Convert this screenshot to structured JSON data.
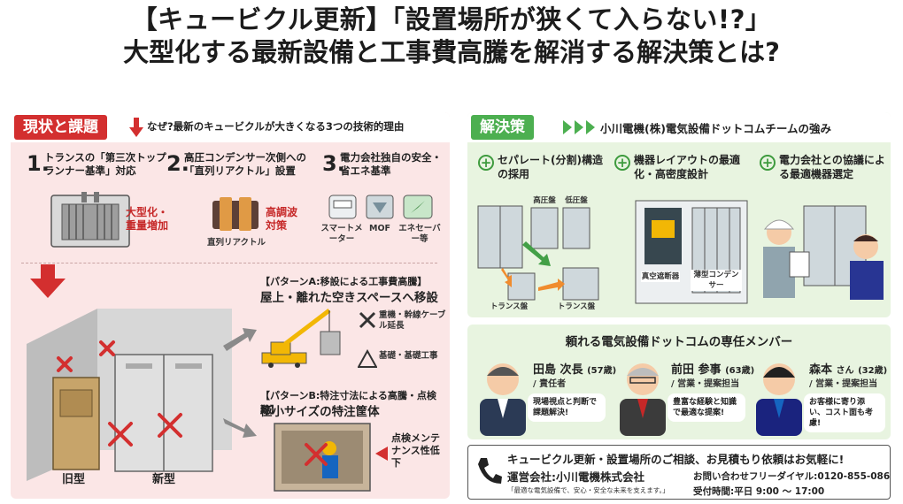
{
  "header": {
    "line1": "【キュービクル更新】「設置場所が狭くて入らない!?」",
    "line2": "大型化する最新設備と工事費高騰を解消する解決策とは?"
  },
  "left": {
    "tag": "現状と課題",
    "subtitle": "なぜ?最新のキュービクルが大きくなる3つの技術的理由",
    "reasons": [
      {
        "num": "1.",
        "text": "トランスの「第三次トップランナー基準」対応"
      },
      {
        "num": "2.",
        "text": "高圧コンデンサー次側への「直列リアクトル」設置"
      },
      {
        "num": "3.",
        "text": "電力会社独自の安全・省エネ基準"
      }
    ],
    "effect1": "大型化・重量増加",
    "effect2": "高調波対策",
    "reactor_label": "直列リアクトル",
    "devices": [
      "スマートメーター",
      "MOF",
      "エネセーバー等"
    ],
    "old_label": "旧型",
    "new_label": "新型",
    "patternA": {
      "label": "【パターンA:移設による工事費高騰】",
      "title": "屋上・離れた空きスペースへ移設",
      "costs": [
        "重機・幹線ケーブル延長",
        "基礎・基礎工事"
      ]
    },
    "patternB": {
      "label": "【パターンB:特注寸法による高騰・点検難】",
      "title": "極小サイズの特注筐体",
      "issue": "点検メンテナンス性低下"
    }
  },
  "right": {
    "tag": "解決策",
    "subtitle": "小川電機(株)電気設備ドットコムチームの強み",
    "solutions": [
      "セパレート(分割)構造の採用",
      "機器レイアウトの最適化・高密度設計",
      "電力会社との協議による最適機器選定"
    ],
    "diagram_labels": [
      "高圧盤",
      "低圧盤",
      "トランス盤",
      "トランス盤",
      "真空遮断器",
      "薄型コンデンサー"
    ]
  },
  "members": {
    "title": "頼れる電気設備ドットコムの専任メンバー",
    "list": [
      {
        "name": "田島",
        "title": "次長",
        "age": "(57歳)",
        "role": "/ 責任者",
        "quote": "現場視点と判断で課題解決!"
      },
      {
        "name": "前田",
        "title": "参事",
        "age": "(63歳)",
        "role": "/ 営業・提案担当",
        "quote": "豊富な経験と知識で最適な提案!"
      },
      {
        "name": "森本",
        "title": "さん",
        "age": "(32歳)",
        "role": "/ 営業・提案担当",
        "quote": "お客様に寄り添い、コスト面も考慮!"
      }
    ]
  },
  "contact": {
    "line1": "キュービクル更新・設置場所のご相談、お見積もり依頼はお気軽に!",
    "company": "運営会社:小川電機株式会社",
    "tagline": "「最適な電気設備で、安心・安全な未来を支えます。」",
    "tel": "お問い合わせフリーダイヤル:0120-855-086",
    "hours": "受付時間:平日 9:00 〜 17:00"
  },
  "colors": {
    "red": "#d32f2f",
    "green": "#4caf50",
    "pink_bg": "#fbe6e6",
    "green_bg": "#e8f4e0"
  }
}
